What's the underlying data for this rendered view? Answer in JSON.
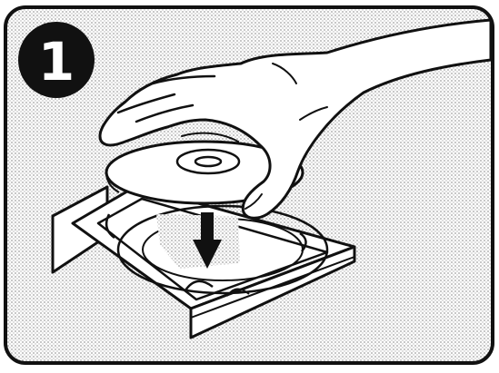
{
  "step": {
    "number": "1"
  },
  "colors": {
    "ink": "#111111",
    "paper": "#ffffff",
    "halftone": "#bdbdbd"
  },
  "illustration": {
    "subject": "hand-placing-disc-on-drive-tray",
    "arrow_direction": "down"
  }
}
